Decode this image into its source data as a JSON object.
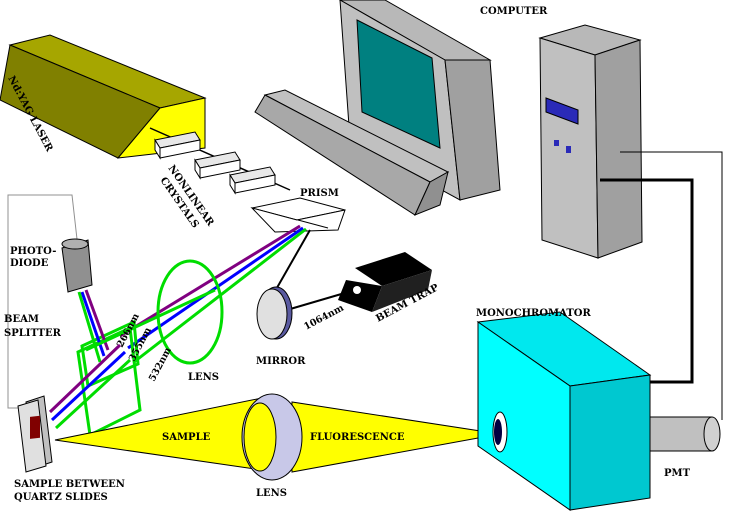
{
  "labels": {
    "computer": "COMPUTER",
    "laser": "Nd:YAG  LASER",
    "nonlinear": "NONLINEAR",
    "crystals": "CRYSTALS",
    "prism": "PRISM",
    "photo": "PHOTO-",
    "diode": "DIODE",
    "beam": "BEAM",
    "splitter": "SPLITTER",
    "nm266": "266nm",
    "nm355": "355nm",
    "nm532": "532nm",
    "lens_upper": "LENS",
    "mirror": "MIRROR",
    "nm1064": "1064nm",
    "beam_trap": "BEAM TRAP",
    "monochromator": "MONOCHROMATOR",
    "sample": "SAMPLE",
    "fluorescence": "FLUORESCENCE",
    "sample_between": "SAMPLE BETWEEN",
    "quartz_slides": "QUARTZ SLIDES",
    "lens_lower": "LENS",
    "pmt": "PMT"
  },
  "colors": {
    "laser_body": "#ffff00",
    "laser_side": "#808000",
    "laser_top": "#a6a600",
    "monitor_face": "#c0c0c0",
    "monitor_side": "#a0a0a0",
    "screen": "#008080",
    "tower_face": "#c0c0c0",
    "tower_side": "#a0a0a0",
    "tower_label": "#2a2ab8",
    "monochromator_face": "#00ffff",
    "monochromator_side": "#00c8d0",
    "beam_green": "#00dd00",
    "beam_blue": "#0000ff",
    "beam_purple": "#800080",
    "fluorescence_yellow": "#ffff00",
    "photodiode": "#909090",
    "trap": "#000000"
  }
}
